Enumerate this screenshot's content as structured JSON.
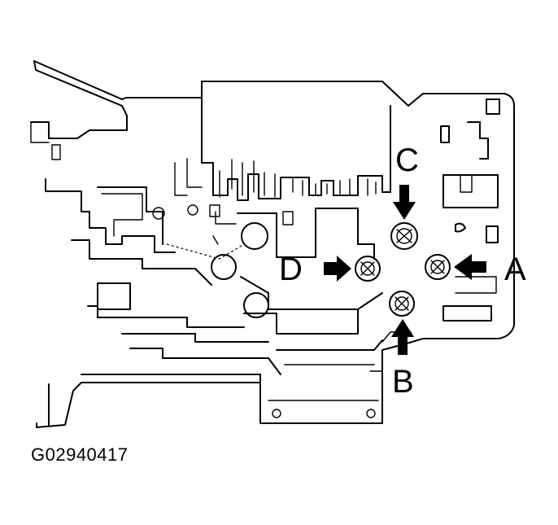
{
  "figure_id": "G02940417",
  "callouts": {
    "a": "A",
    "b": "B",
    "c": "C",
    "d": "D"
  },
  "colors": {
    "line": "#000000",
    "background": "#ffffff"
  }
}
